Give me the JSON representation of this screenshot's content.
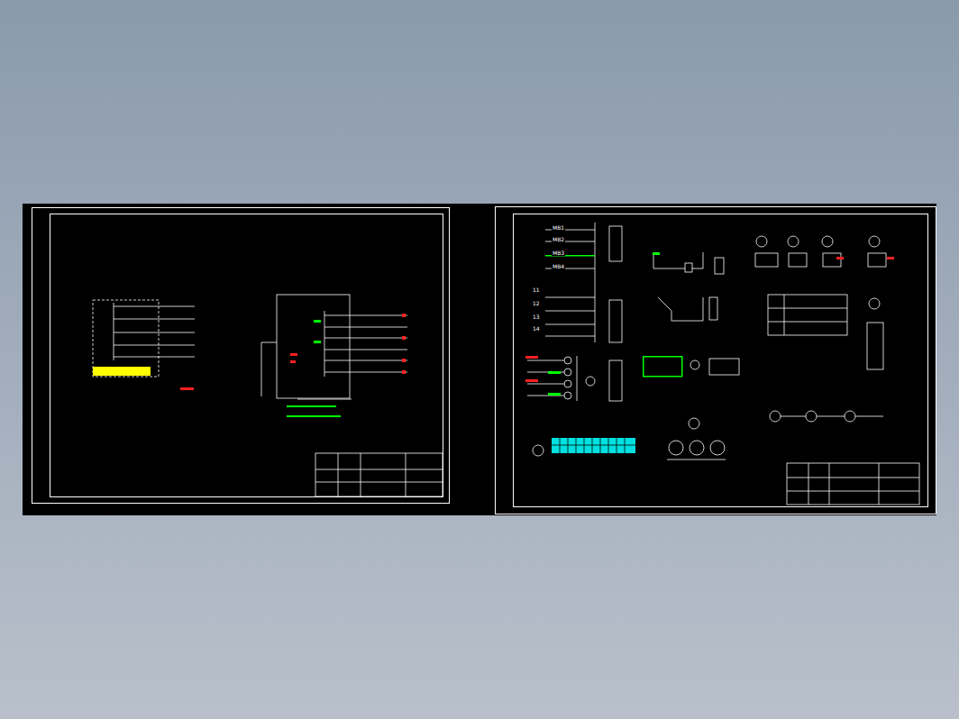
{
  "diagram": {
    "labels": [
      "MB1",
      "MB2",
      "MB3",
      "MB4",
      "11",
      "12",
      "13",
      "14"
    ]
  }
}
